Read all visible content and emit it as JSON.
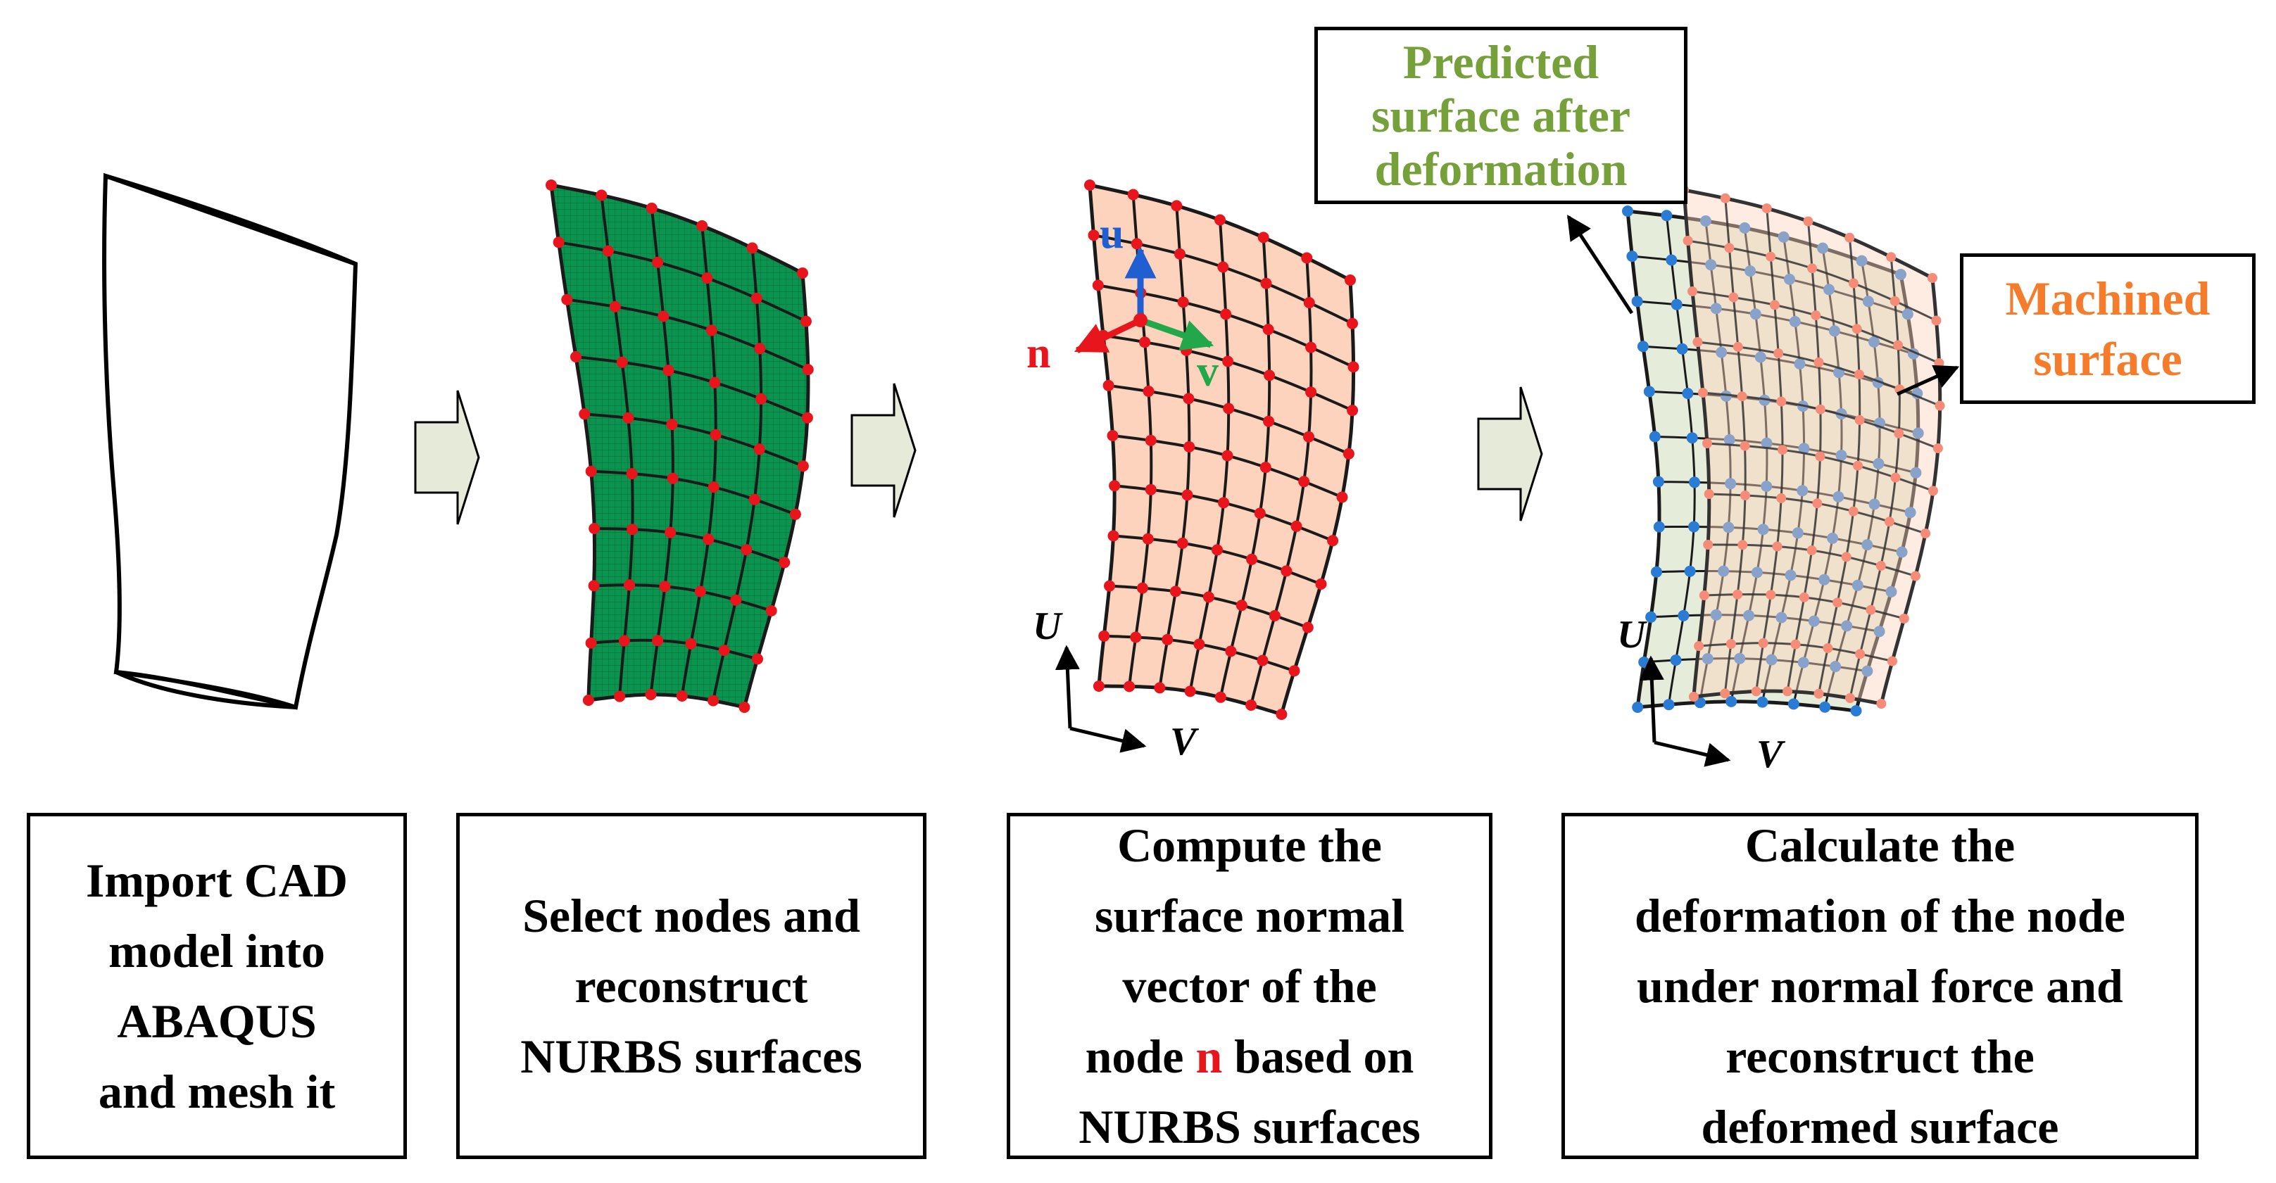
{
  "steps": [
    {
      "lines": [
        "Import CAD",
        "model  into",
        "ABAQUS",
        "and mesh it"
      ]
    },
    {
      "lines": [
        "Select nodes and",
        "reconstruct",
        "NURBS surfaces"
      ]
    },
    {
      "lines": [
        "Compute the",
        "surface normal",
        "vector of the"
      ],
      "highlight_line": {
        "before": "node ",
        "highlight": "n",
        "after": " based on"
      },
      "last_line": "NURBS surfaces"
    },
    {
      "lines": [
        "Calculate the",
        "deformation of the node",
        "under normal force and",
        "reconstruct the",
        "deformed surface"
      ]
    }
  ],
  "callouts": {
    "predicted": [
      "Predicted",
      "surface after",
      "deformation"
    ],
    "machined": [
      "Machined",
      "surface"
    ]
  },
  "vector_labels": {
    "u": "u",
    "n": "n",
    "v": "v"
  },
  "axis_labels": {
    "U": "U",
    "V": "V"
  },
  "colors": {
    "mesh_green": "#0a9450",
    "surface_peach": "#fdd3bd",
    "node_red": "#e8161c",
    "node_blue": "#2a7bd4",
    "node_salmon": "#f58c78",
    "predicted_fill": "#e4ecd8",
    "arrow_fill": "#e6ead8",
    "vector_u": "#1f5fd0",
    "vector_n": "#e8161c",
    "vector_v": "#22a84a",
    "predicted_text": "#76a03a",
    "machined_text": "#f47c2a"
  }
}
